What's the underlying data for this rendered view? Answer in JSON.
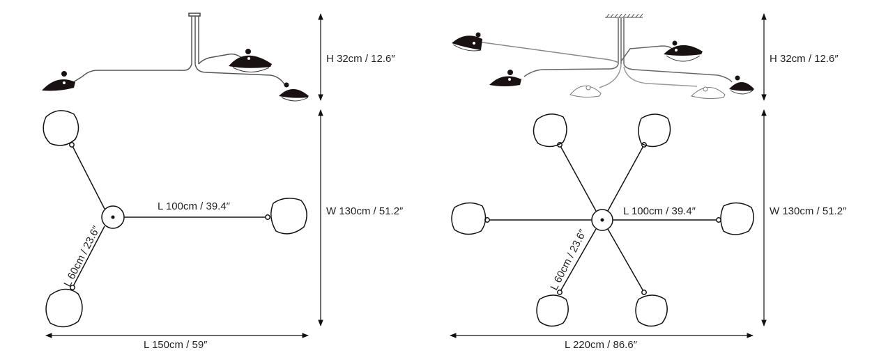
{
  "left_diagram": {
    "height_label": "H 32cm / 12.6″",
    "width_label": "W 130cm / 51.2″",
    "length_label": "L 150cm / 59″",
    "arm_long_label": "L 100cm / 39.4″",
    "arm_short_label": "L 60cm / 23.6″"
  },
  "right_diagram": {
    "height_label": "H 32cm / 12.6″",
    "width_label": "W 130cm / 51.2″",
    "length_label": "L 220cm / 86.6″",
    "arm_long_label": "L 100cm / 39.4″",
    "arm_short_label": "L 60cm / 23.6″"
  },
  "colors": {
    "line": "#111111",
    "lamp_fill": "#1a1212",
    "grey_arm": "#888888"
  }
}
